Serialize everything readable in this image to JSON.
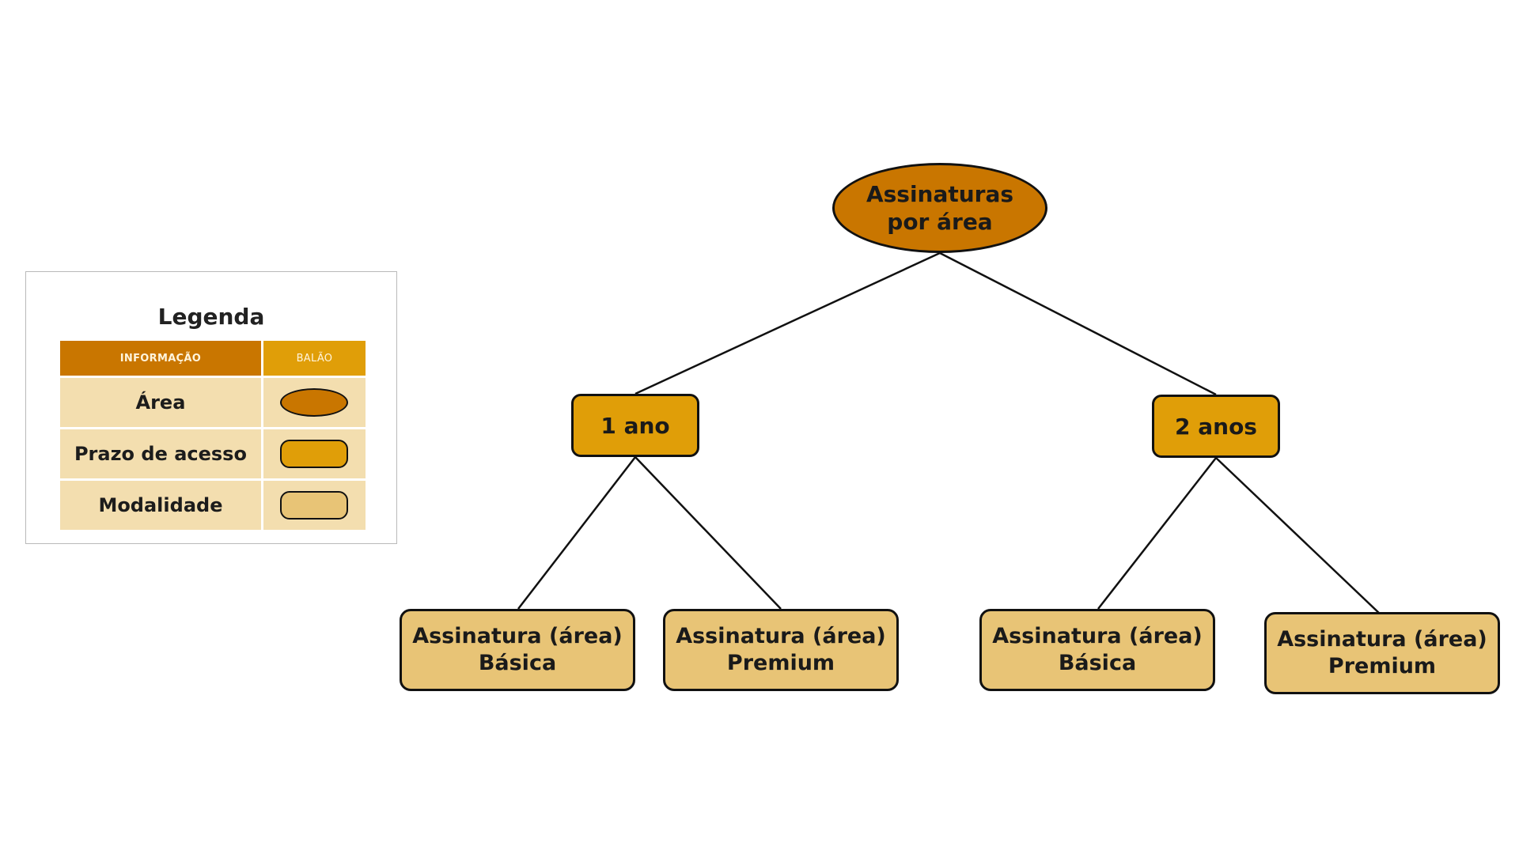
{
  "legend": {
    "title": "Legenda",
    "header_info": "INFORMAÇÃO",
    "header_shape": "BALÃO",
    "rows": [
      {
        "label": "Área",
        "shape": "ellipse"
      },
      {
        "label": "Prazo de acesso",
        "shape": "rounded-rectangle-dark"
      },
      {
        "label": "Modalidade",
        "shape": "rounded-rectangle-light"
      }
    ]
  },
  "tree": {
    "root": {
      "line1": "Assinaturas",
      "line2": "por área"
    },
    "terms": [
      {
        "label": "1 ano",
        "children": [
          {
            "line1": "Assinatura (área)",
            "line2": "Básica"
          },
          {
            "line1": "Assinatura (área)",
            "line2": "Premium"
          }
        ]
      },
      {
        "label": "2 anos",
        "children": [
          {
            "line1": "Assinatura (área)",
            "line2": "Básica"
          },
          {
            "line1": "Assinatura (área)",
            "line2": "Premium"
          }
        ]
      }
    ]
  },
  "colors": {
    "area": "#c97600",
    "term": "#e09e08",
    "modality": "#e8c476",
    "legend_cell": "#f3deaf",
    "outline": "#111111"
  }
}
